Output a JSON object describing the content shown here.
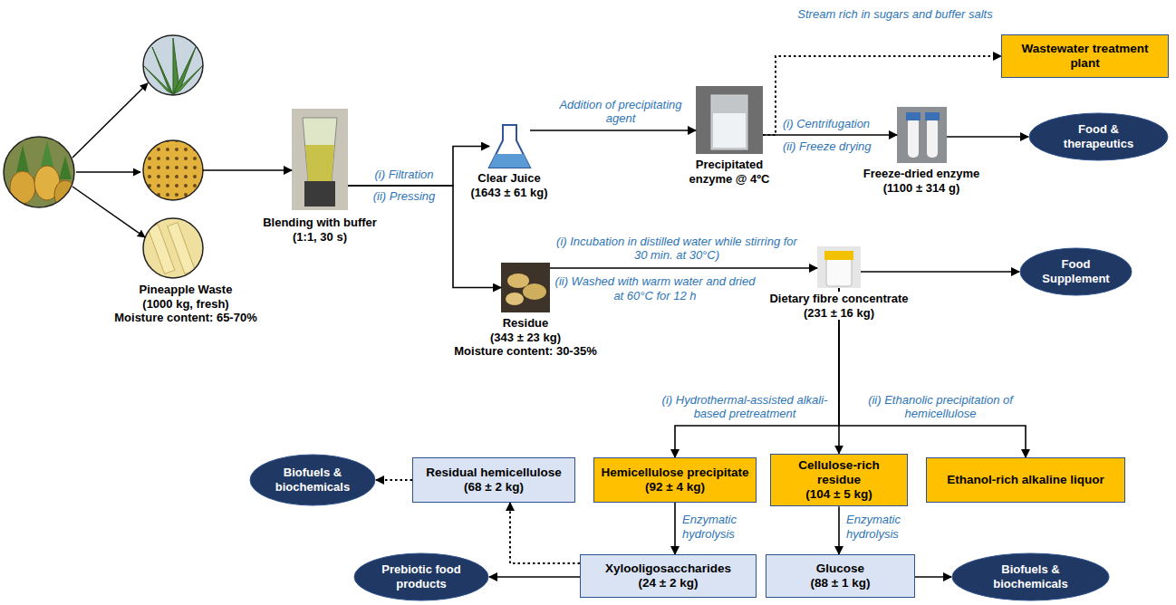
{
  "diagram": {
    "nodes": [
      {
        "text": [
          "Pineapple Waste",
          "(1000 kg, fresh)",
          "Moisture content: 65-70%"
        ]
      },
      {
        "text": [
          "Blending with buffer (1:1, 30 s)"
        ]
      },
      {
        "text": [
          "Clear Juice",
          "(1643 ± 61 kg)"
        ]
      },
      {
        "text": [
          "Precipitated enzyme @ 4ºC"
        ]
      },
      {
        "text": [
          "Freeze-dried enzyme",
          "(1100 ± 314 g)"
        ]
      },
      {
        "text": [
          "Wastewater treatment plant"
        ]
      },
      {
        "text": [
          "Food & therapeutics"
        ]
      },
      {
        "text": [
          "Residue",
          "(343 ± 23 kg)",
          "Moisture content: 30-35%"
        ]
      },
      {
        "text": [
          "Dietary fibre concentrate",
          "(231 ± 16 kg)"
        ]
      },
      {
        "text": [
          "Food Supplement"
        ]
      },
      {
        "text": [
          "Residual hemicellulose",
          "(68 ± 2 kg)"
        ]
      },
      {
        "text": [
          "Hemicellulose precipitate",
          "(92 ± 4 kg)"
        ]
      },
      {
        "text": [
          "Cellulose-rich residue",
          "(104 ± 5 kg)"
        ]
      },
      {
        "text": [
          "Ethanol-rich alkaline liquor"
        ]
      },
      {
        "text": [
          "Biofuels & biochemicals"
        ]
      },
      {
        "text": [
          "Xylooligosaccharides",
          "(24 ± 2 kg)"
        ]
      },
      {
        "text": [
          "Glucose",
          "(88 ± 1 kg)"
        ]
      },
      {
        "text": [
          "Prebiotic food products"
        ]
      },
      {
        "text": [
          "Biofuels & biochemicals"
        ]
      }
    ],
    "edges": [
      {
        "from": 0,
        "to": 1,
        "arrow": "to"
      },
      {
        "from": 1,
        "to": 2,
        "arrow": "to"
      },
      {
        "from": 1,
        "to": 7,
        "arrow": "to"
      },
      {
        "from": 2,
        "to": 3,
        "label": "Addition of precipitating agent",
        "arrow": "to"
      },
      {
        "from": 3,
        "to": 4,
        "arrow": "to"
      },
      {
        "from": 3,
        "to": 5,
        "label": "Stream rich in sugars and buffer salts",
        "arrow": "to"
      },
      {
        "from": 4,
        "to": 6,
        "arrow": "to"
      },
      {
        "from": 7,
        "to": 8,
        "arrow": "to"
      },
      {
        "from": 8,
        "to": 9,
        "arrow": "to"
      },
      {
        "from": 8,
        "to": 11,
        "arrow": "to"
      },
      {
        "from": 8,
        "to": 12,
        "arrow": "to"
      },
      {
        "from": 8,
        "to": 13,
        "arrow": "to"
      },
      {
        "from": 11,
        "to": 15,
        "label": "Enzymatic hydrolysis",
        "arrow": "to"
      },
      {
        "from": 12,
        "to": 16,
        "label": "Enzymatic hydrolysis",
        "arrow": "to"
      },
      {
        "from": 15,
        "to": 10,
        "arrow": "to"
      },
      {
        "from": 10,
        "to": 14,
        "arrow": "to"
      },
      {
        "from": 15,
        "to": 17,
        "arrow": "to"
      },
      {
        "from": 16,
        "to": 18,
        "arrow": "to"
      }
    ],
    "labels": [
      "(i) Filtration",
      "(ii) Pressing",
      "(i) Centrifugation",
      "(ii) Freeze drying",
      "(i) Incubation in distilled water while stirring for 30 min. at 30°C)",
      "(ii) Washed with warm water and dried at 60°C for 12 h",
      "(i) Hydrothermal-assisted alkali-based pretreatment",
      "(ii) Ethanolic precipitation of hemicellulose"
    ]
  }
}
